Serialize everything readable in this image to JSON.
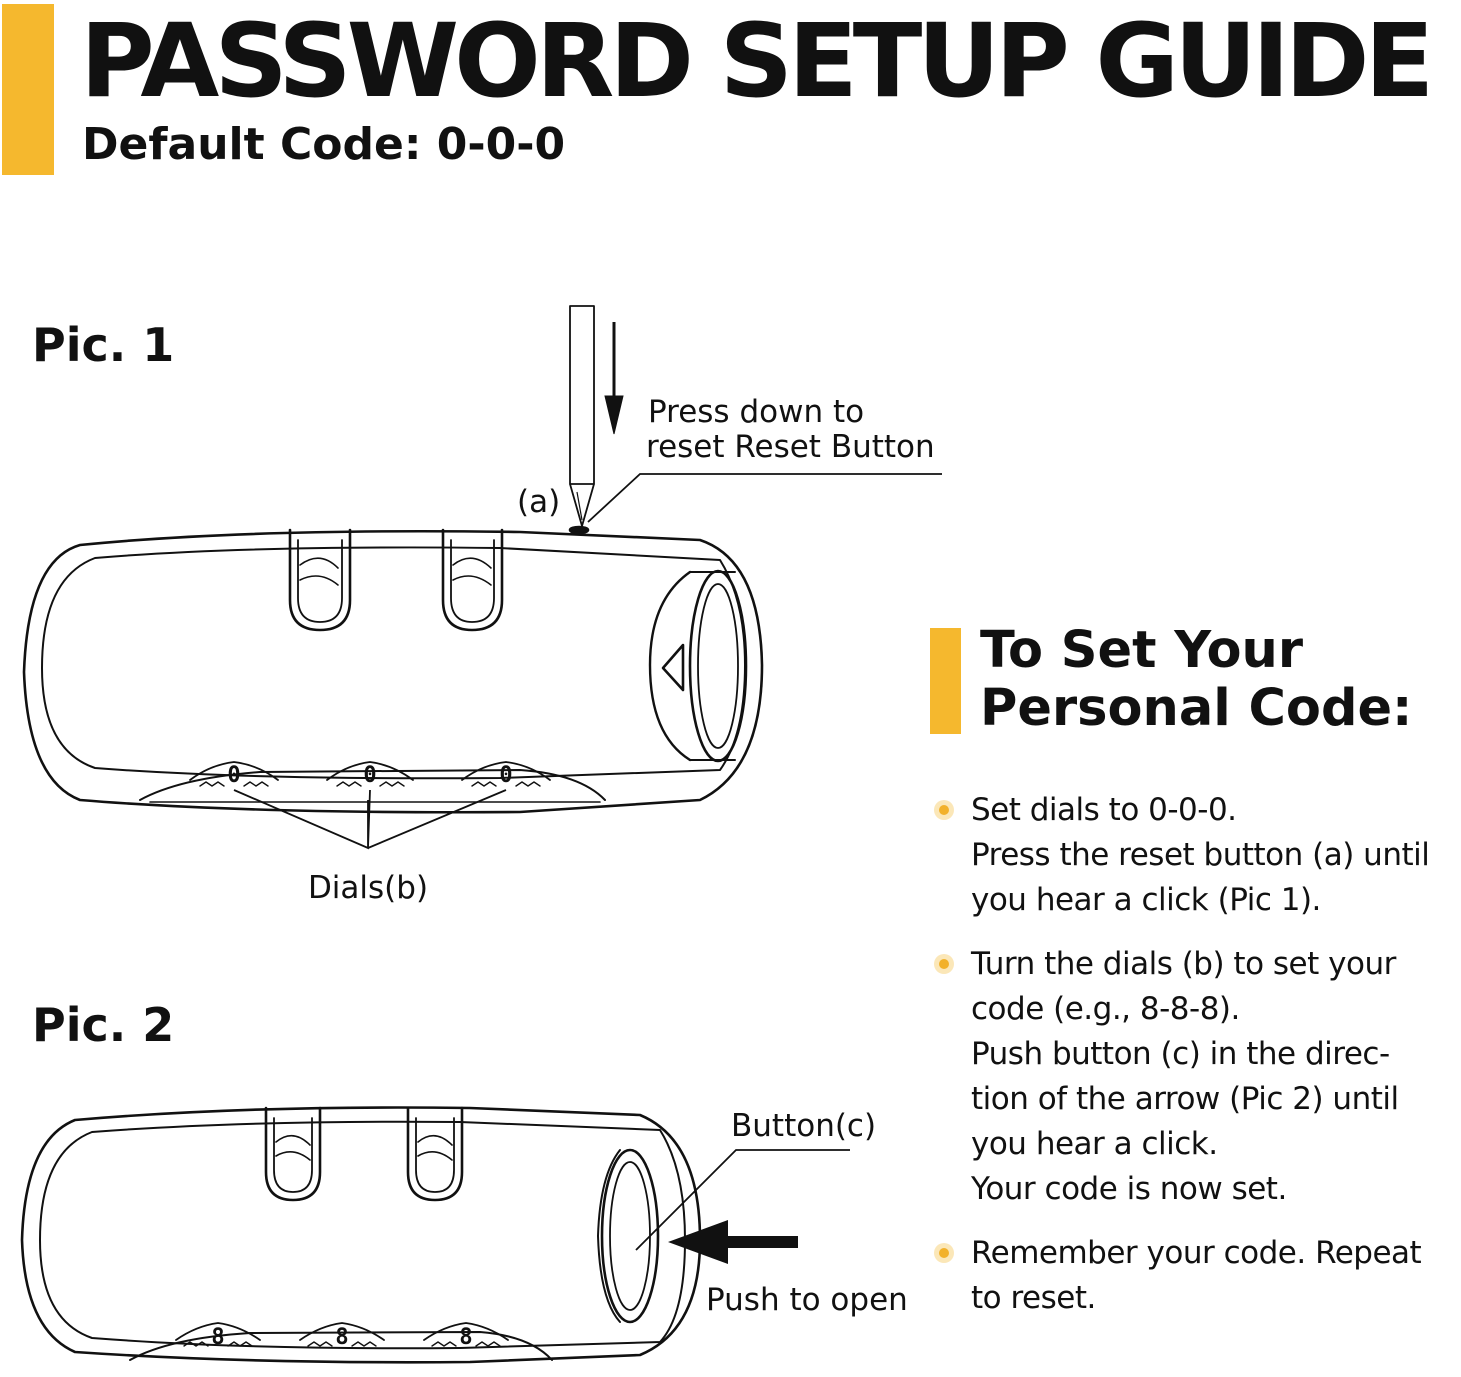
{
  "header": {
    "title": "PASSWORD SETUP GUIDE",
    "subtitle": "Default Code: 0-0-0",
    "accent_color": "#f5b82e"
  },
  "pic1": {
    "label": "Pic. 1",
    "callout_line1": "Press down to",
    "callout_line2": "reset Reset Button",
    "reset_label": "(a)",
    "dials_label": "Dials(b)",
    "dial_digits": [
      "0",
      "0",
      "0"
    ]
  },
  "pic2": {
    "label": "Pic. 2",
    "button_label": "Button(c)",
    "push_label": "Push to open",
    "dial_digits": [
      "8",
      "8",
      "8"
    ]
  },
  "instructions": {
    "title_line1": "To Set Your",
    "title_line2": "Personal Code:",
    "steps": [
      {
        "lines": [
          "Set dials to 0-0-0.",
          "Press the reset button (a) until",
          "you hear a click (Pic 1)."
        ]
      },
      {
        "lines": [
          "Turn the dials (b) to set your",
          "code (e.g., 8-8-8).",
          "Push button (c) in the direc-",
          "tion of the arrow (Pic 2) until",
          "you hear a click.",
          "Your code is now set."
        ]
      },
      {
        "lines": [
          "Remember your code. Repeat",
          "to reset."
        ]
      }
    ],
    "bullet_color": "#f2b12b"
  }
}
